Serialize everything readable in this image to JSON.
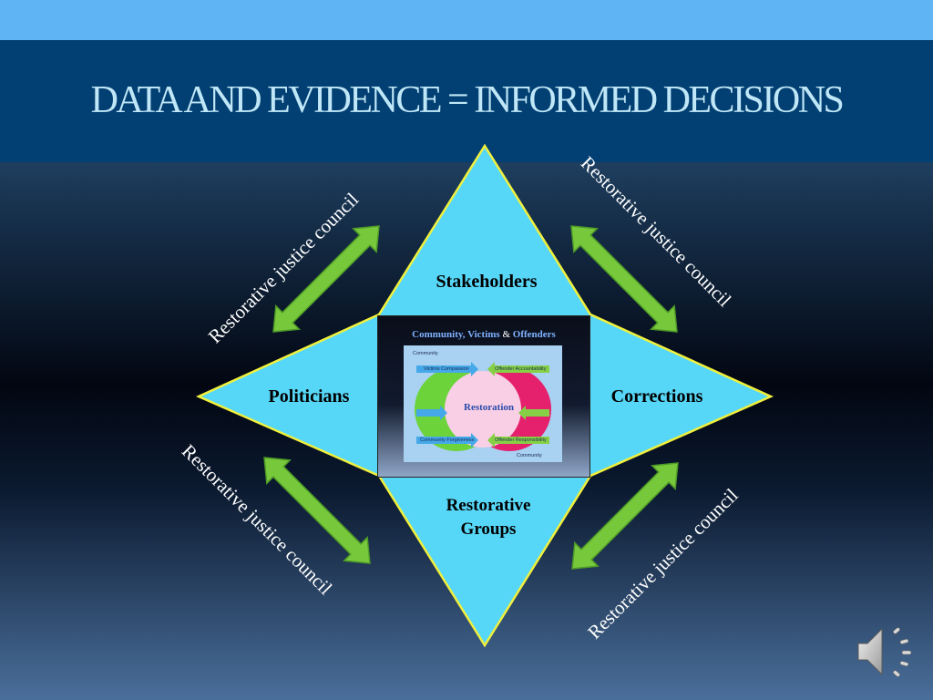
{
  "slide": {
    "title": "DATA AND EVIDENCE = INFORMED DECISIONS"
  },
  "nodes": {
    "top": "Stakeholders",
    "left": "Politicians",
    "right": "Corrections",
    "bottom_line1": "Restorative",
    "bottom_line2": "Groups"
  },
  "arrow_labels": {
    "top_left": "Restorative  justice council",
    "top_right": "Restorative justice council",
    "bottom_left": "Restorative justice council",
    "bottom_right": "Restorative justice council"
  },
  "inset": {
    "title_part1": "Community, Victims ",
    "title_amp": "&",
    "title_part2": " Offenders",
    "community_top": "Community",
    "victims_compassion": "Victims Compassion",
    "offender_accountability": "Offender Accountability",
    "restoration": "Restoration",
    "community_forgiveness": "Community Forgiveness",
    "offender_responsibility": "Offender Responsibility",
    "community_bottom": "Community"
  },
  "colors": {
    "diamond_fill": "#57d7f7",
    "diamond_stroke": "#f0f03c",
    "arrow_fill": "#78c83c",
    "arrow_stroke": "#4e9a28",
    "title_color": "#bfe7f7",
    "title_band": "#023f72",
    "top_band": "#5fb5f4"
  },
  "icons": {
    "speaker": "speaker-icon"
  }
}
